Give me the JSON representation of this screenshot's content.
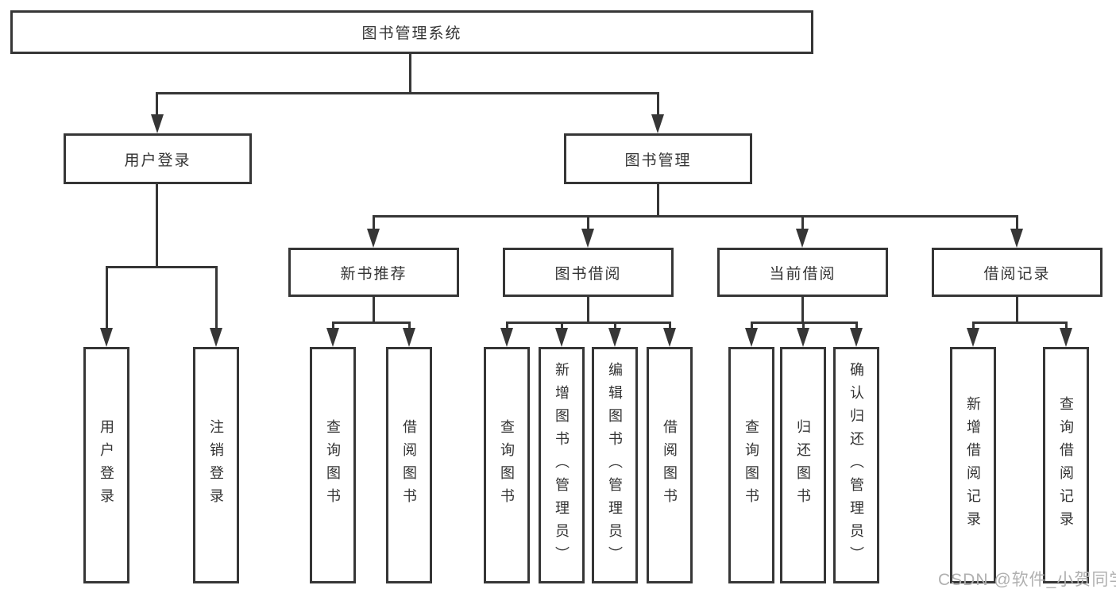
{
  "diagram": {
    "root": "图书管理系统",
    "level2": {
      "user_login": "用户登录",
      "book_mgmt": "图书管理"
    },
    "level3": {
      "new_book": "新书推荐",
      "book_borrow": "图书借阅",
      "current_borrow": "当前借阅",
      "borrow_records": "借阅记录"
    },
    "leaves": {
      "user_login": [
        "用户登录",
        "注销登录"
      ],
      "new_book": [
        "查询图书",
        "借阅图书"
      ],
      "book_borrow": [
        "查询图书",
        "新增图书（管理员）",
        "编辑图书（管理员）",
        "借阅图书"
      ],
      "current_borrow": [
        "查询图书",
        "归还图书",
        "确认归还（管理员）"
      ],
      "borrow_records": [
        "新增借阅记录",
        "查询借阅记录"
      ]
    }
  },
  "watermark": "CSDN @软件_小贺同学",
  "colors": {
    "line": "#363636",
    "text": "#333333",
    "watermark": "#b0b0b0",
    "background": "#ffffff"
  }
}
